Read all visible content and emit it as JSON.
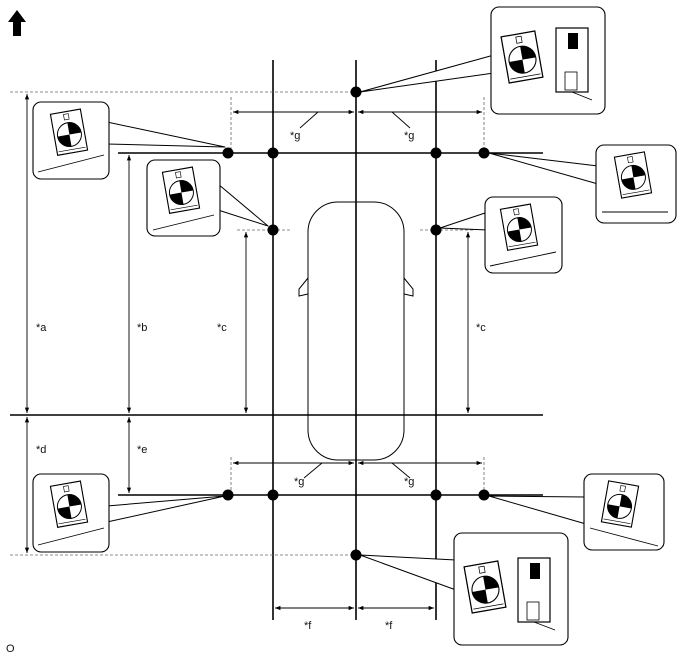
{
  "labels": {
    "a": "*a",
    "b": "*b",
    "c": "*c",
    "d": "*d",
    "e": "*e",
    "f": "*f",
    "g": "*g"
  },
  "corner_code": "O",
  "icons": {
    "direction": "arrow-up-icon",
    "target_board": "calibration-target-icon"
  },
  "colors": {
    "line": "#000000",
    "dashed": "#666666",
    "background": "#ffffff"
  }
}
